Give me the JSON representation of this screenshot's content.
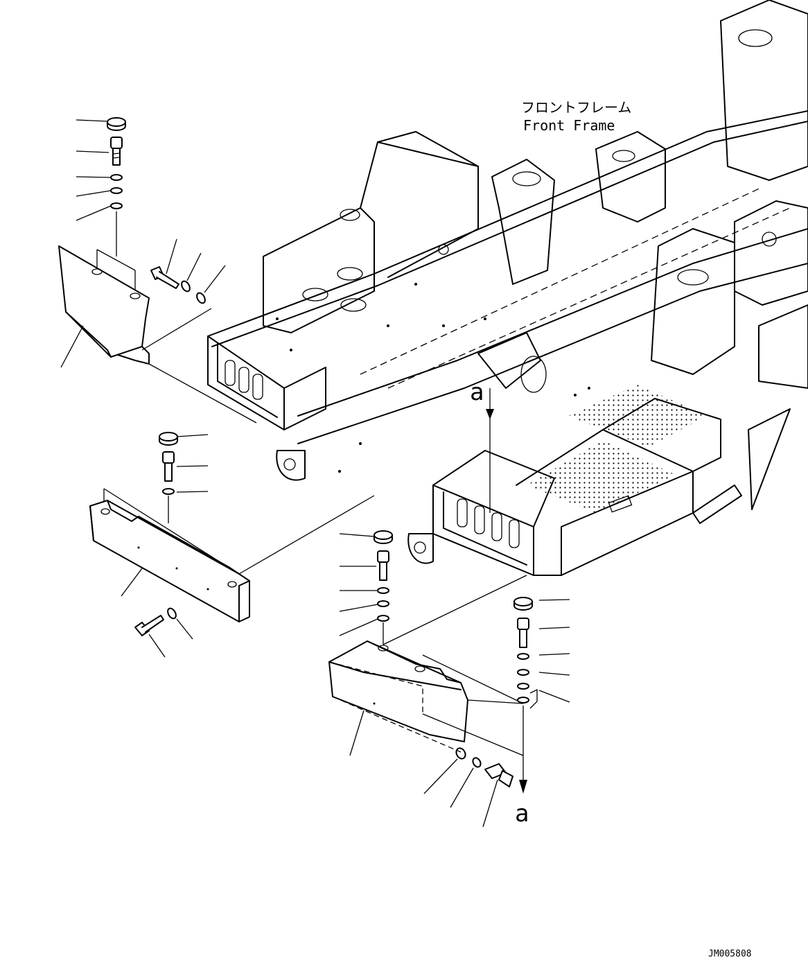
{
  "frame_label": {
    "japanese": "フロントフレーム",
    "english": "Front Frame"
  },
  "view_marker": {
    "top": "a",
    "bottom": "a"
  },
  "drawing_number": "JM005808"
}
